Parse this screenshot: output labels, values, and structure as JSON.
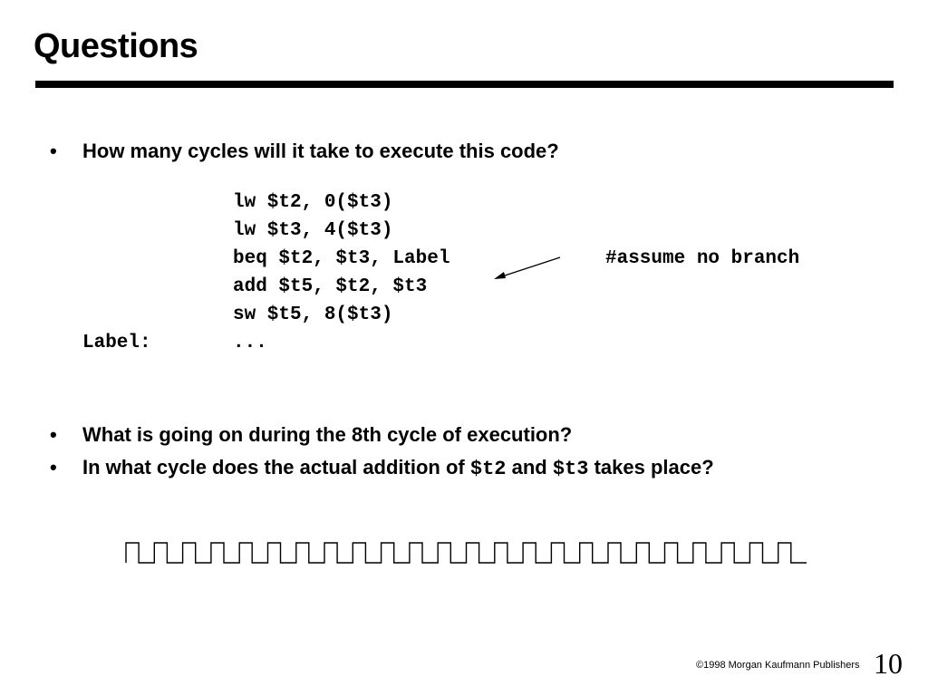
{
  "slide": {
    "title": "Questions",
    "page_number": "10",
    "footer": "©1998 Morgan Kaufmann Publishers"
  },
  "bullets": [
    {
      "marker": "•",
      "text": "How many cycles will it take to execute this code?"
    },
    {
      "marker": "•",
      "text": "What is going on during the 8th cycle of execution?"
    },
    {
      "marker": "•",
      "text_before": "In what cycle does the actual addition of",
      "code1": "$t2",
      "text_middle": "and",
      "code2": "$t3",
      "text_after": "takes place?"
    }
  ],
  "code": {
    "lines": [
      "lw $t2, 0($t3)",
      "lw $t3, 4($t3)",
      "beq $t2, $t3, Label",
      "add $t5, $t2, $t3",
      "sw $t5, 8($t3)",
      "..."
    ],
    "label": "Label:",
    "comment": "#assume no branch"
  }
}
